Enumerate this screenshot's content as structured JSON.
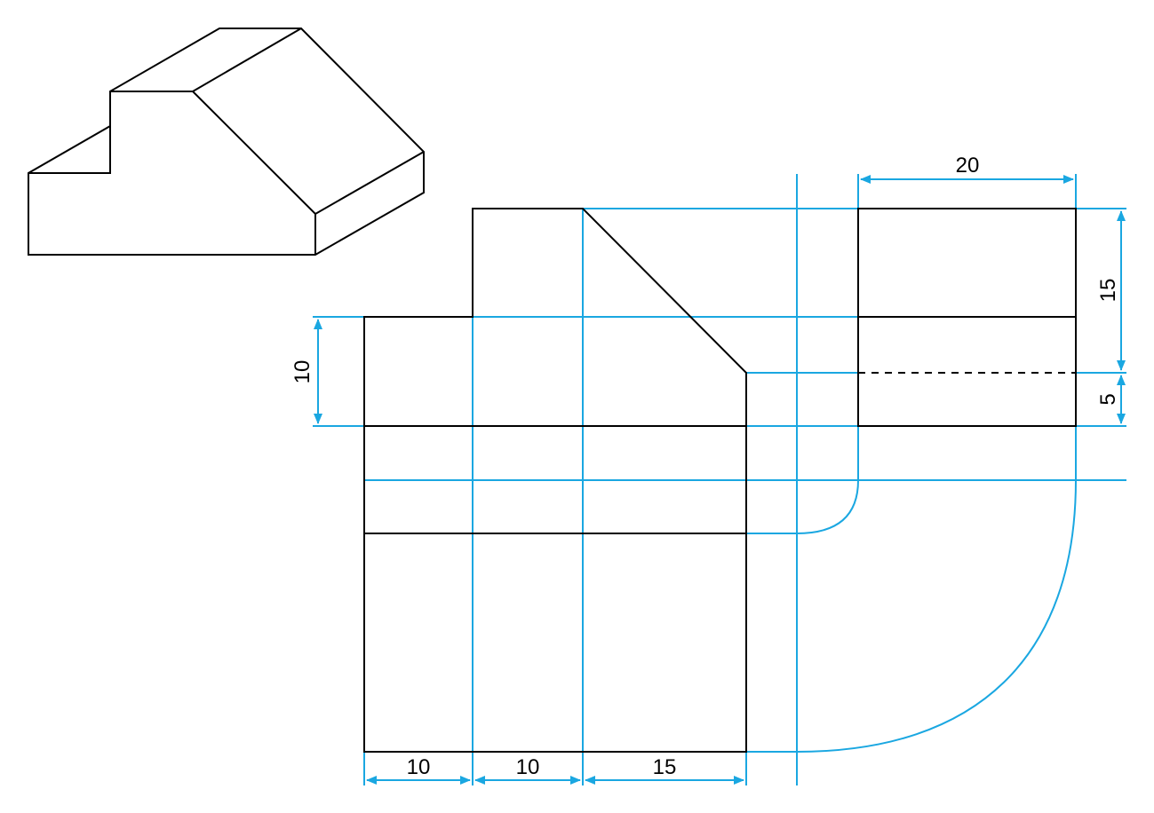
{
  "colors": {
    "object_lines": "#000000",
    "construction_lines": "#1aa7e1",
    "background": "#ffffff"
  },
  "dimensions": {
    "front_width_1": "10",
    "front_width_2": "10",
    "front_width_3": "15",
    "front_height_lower": "10",
    "side_depth": "20",
    "side_height_upper": "15",
    "side_height_lower": "5"
  }
}
